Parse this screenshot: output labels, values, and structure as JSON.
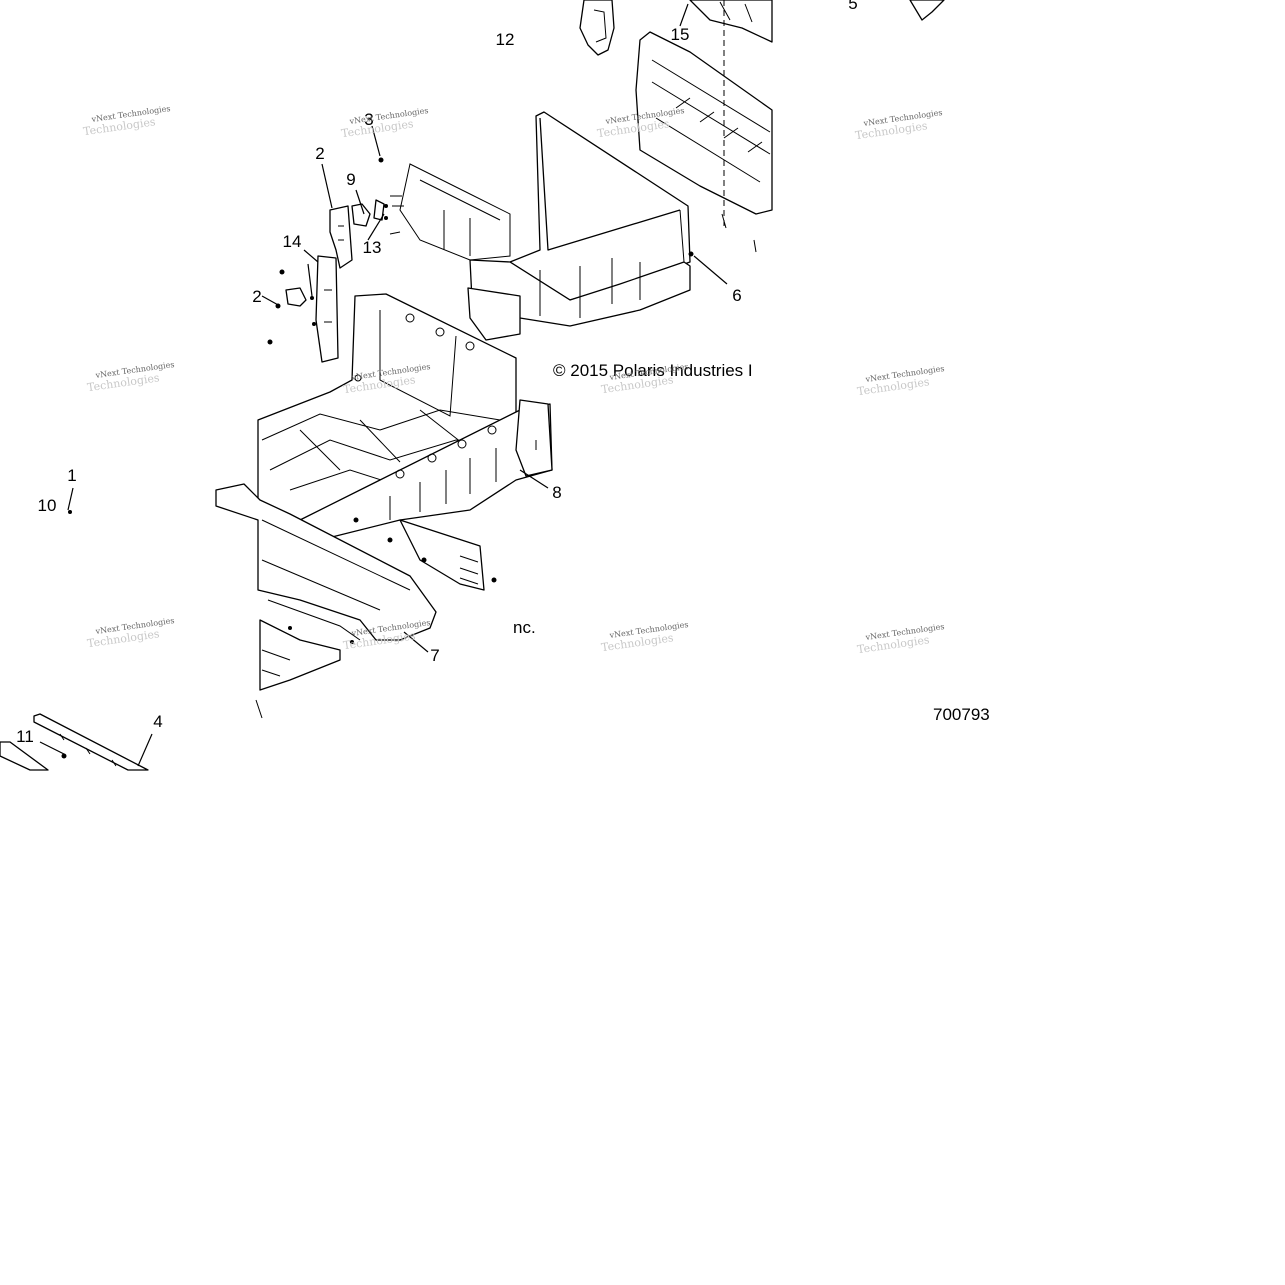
{
  "callouts": {
    "c1": "1",
    "c2": "2",
    "c3": "3",
    "c4": "4",
    "c5": "5",
    "c6": "6",
    "c7": "7",
    "c8": "8",
    "c9": "9",
    "c10": "10",
    "c11": "11",
    "c12a": "12",
    "c12b": "2",
    "c13": "13",
    "c14": "14",
    "c15": "15"
  },
  "copyright_a": "© 2015 Polaris Industries I",
  "copyright_b": "nc.",
  "diagram_number": "700793",
  "watermark": {
    "line1": "vNext Technologies",
    "line2": "Technologies"
  }
}
